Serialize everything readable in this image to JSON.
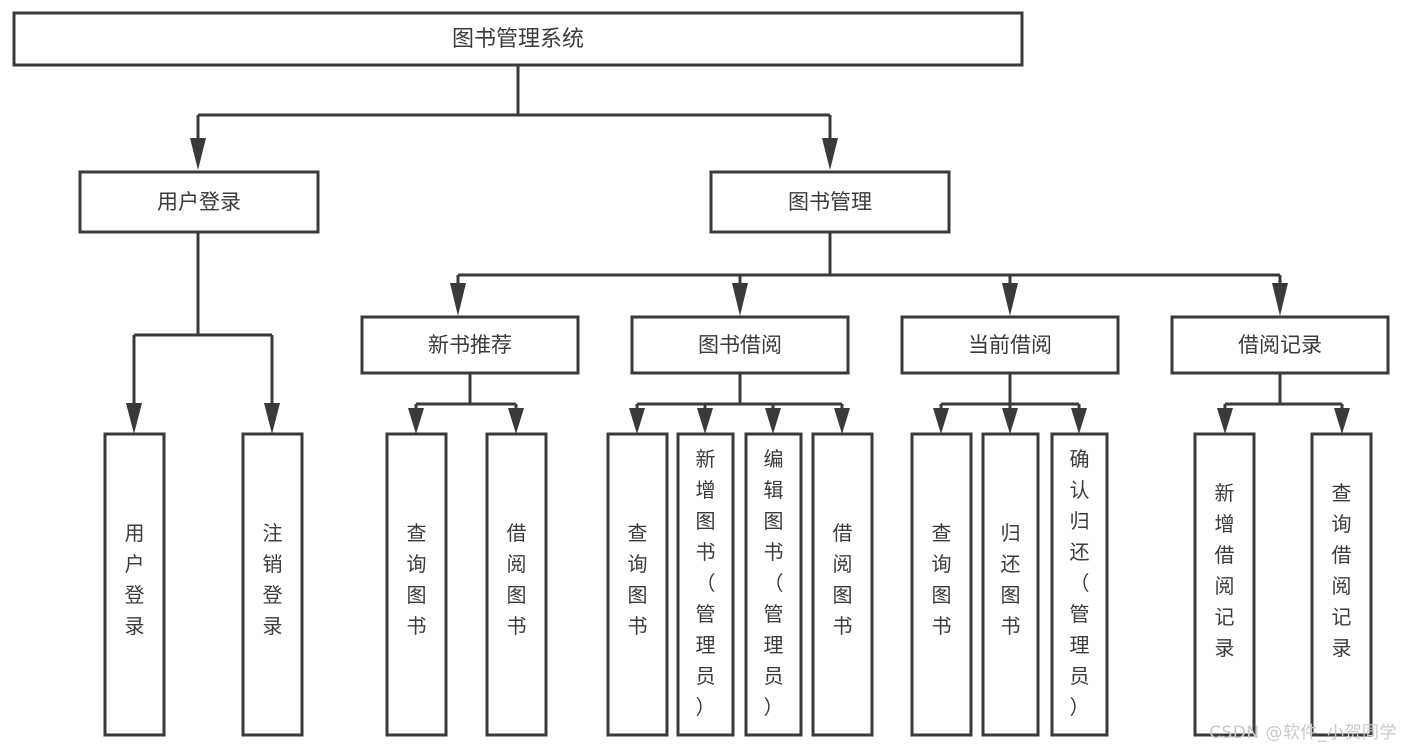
{
  "diagram": {
    "type": "tree-hierarchy",
    "title": "图书管理系统",
    "watermark": "CSDN @软件_小贺同学",
    "colors": {
      "box_stroke": "#3a3a3a",
      "box_fill": "#ffffff",
      "text": "#3b3b3b",
      "watermark": "#c9c9c9",
      "background": "#ffffff"
    },
    "root": {
      "id": "root",
      "label": "图书管理系统",
      "orientation": "horizontal"
    },
    "level2": [
      {
        "id": "user-login",
        "label": "用户登录",
        "orientation": "horizontal"
      },
      {
        "id": "book-manage",
        "label": "图书管理",
        "orientation": "horizontal"
      }
    ],
    "level3": [
      {
        "id": "new-book-recommend",
        "label": "新书推荐",
        "orientation": "horizontal",
        "parent": "book-manage"
      },
      {
        "id": "book-borrow",
        "label": "图书借阅",
        "orientation": "horizontal",
        "parent": "book-manage"
      },
      {
        "id": "current-borrow",
        "label": "当前借阅",
        "orientation": "horizontal",
        "parent": "book-manage"
      },
      {
        "id": "borrow-record",
        "label": "借阅记录",
        "orientation": "horizontal",
        "parent": "book-manage"
      }
    ],
    "leaves": [
      {
        "id": "leaf-user-login",
        "label": "用户登录",
        "orientation": "vertical",
        "parent": "user-login",
        "chars": [
          "用",
          "户",
          "登",
          "录"
        ]
      },
      {
        "id": "leaf-logout",
        "label": "注销登录",
        "orientation": "vertical",
        "parent": "user-login",
        "chars": [
          "注",
          "销",
          "登",
          "录"
        ]
      },
      {
        "id": "leaf-query-book-1",
        "label": "查询图书",
        "orientation": "vertical",
        "parent": "new-book-recommend",
        "chars": [
          "查",
          "询",
          "图",
          "书"
        ]
      },
      {
        "id": "leaf-borrow-book-1",
        "label": "借阅图书",
        "orientation": "vertical",
        "parent": "new-book-recommend",
        "chars": [
          "借",
          "阅",
          "图",
          "书"
        ]
      },
      {
        "id": "leaf-query-book-2",
        "label": "查询图书",
        "orientation": "vertical",
        "parent": "book-borrow",
        "chars": [
          "查",
          "询",
          "图",
          "书"
        ]
      },
      {
        "id": "leaf-add-book-admin",
        "label": "新增图书（管理员）",
        "orientation": "vertical",
        "parent": "book-borrow",
        "chars": [
          "新",
          "增",
          "图",
          "书",
          "（",
          "管",
          "理",
          "员",
          "）"
        ]
      },
      {
        "id": "leaf-edit-book-admin",
        "label": "编辑图书（管理员）",
        "orientation": "vertical",
        "parent": "book-borrow",
        "chars": [
          "编",
          "辑",
          "图",
          "书",
          "（",
          "管",
          "理",
          "员",
          "）"
        ]
      },
      {
        "id": "leaf-borrow-book-2",
        "label": "借阅图书",
        "orientation": "vertical",
        "parent": "book-borrow",
        "chars": [
          "借",
          "阅",
          "图",
          "书"
        ]
      },
      {
        "id": "leaf-query-book-3",
        "label": "查询图书",
        "orientation": "vertical",
        "parent": "current-borrow",
        "chars": [
          "查",
          "询",
          "图",
          "书"
        ]
      },
      {
        "id": "leaf-return-book",
        "label": "归还图书",
        "orientation": "vertical",
        "parent": "current-borrow",
        "chars": [
          "归",
          "还",
          "图",
          "书"
        ]
      },
      {
        "id": "leaf-confirm-return-admin",
        "label": "确认归还（管理员）",
        "orientation": "vertical",
        "parent": "current-borrow",
        "chars": [
          "确",
          "认",
          "归",
          "还",
          "（",
          "管",
          "理",
          "员",
          "）"
        ]
      },
      {
        "id": "leaf-add-record",
        "label": "新增借阅记录",
        "orientation": "vertical",
        "parent": "borrow-record",
        "chars": [
          "新",
          "增",
          "借",
          "阅",
          "记",
          "录"
        ]
      },
      {
        "id": "leaf-query-record",
        "label": "查询借阅记录",
        "orientation": "vertical",
        "parent": "borrow-record",
        "chars": [
          "查",
          "询",
          "借",
          "阅",
          "记",
          "录"
        ]
      }
    ]
  }
}
